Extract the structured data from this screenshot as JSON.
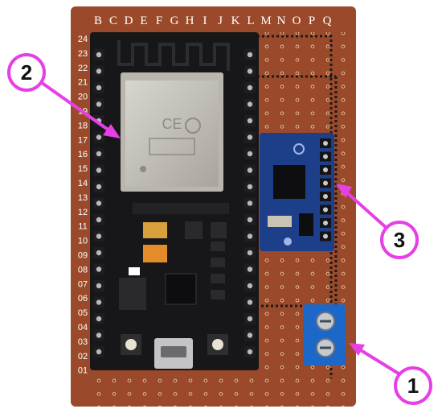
{
  "board": {
    "column_letters": [
      "B",
      "C",
      "D",
      "E",
      "F",
      "G",
      "H",
      "I",
      "J",
      "K",
      "L",
      "M",
      "N",
      "O",
      "P",
      "Q"
    ],
    "row_numbers": [
      "24",
      "23",
      "22",
      "21",
      "20",
      "19",
      "18",
      "17",
      "16",
      "15",
      "14",
      "13",
      "12",
      "11",
      "10",
      "09",
      "08",
      "07",
      "06",
      "05",
      "04",
      "03",
      "02",
      "01"
    ]
  },
  "callouts": [
    {
      "label": "2",
      "target": "esp32-module"
    },
    {
      "label": "3",
      "target": "sensor-module"
    },
    {
      "label": "1",
      "target": "screw-terminal"
    }
  ],
  "colors": {
    "pcb": "#9a4a2a",
    "devkit": "#17171a",
    "module": "#c9c6bf",
    "sensor": "#1d3f8a",
    "terminal": "#1c68c8",
    "callout": "#e63fe6"
  }
}
